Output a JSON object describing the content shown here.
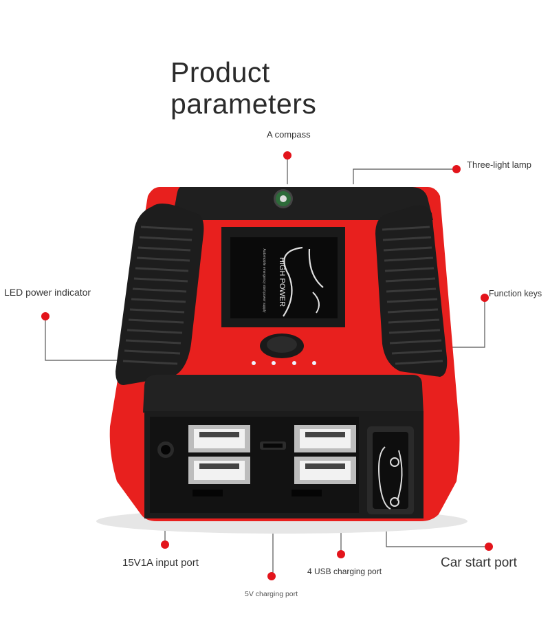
{
  "title": {
    "line1": "Product",
    "line2": "parameters"
  },
  "labels": {
    "compass": "A compass",
    "three_light_lamp": "Three-light lamp",
    "led_power_indicator": "LED power indicator",
    "function_keys": "Function keys",
    "input_port": "15V1A input port",
    "usb_charging_port": "4 USB charging port",
    "car_start_port": "Car start port",
    "charging_port_5v": "5V charging port"
  },
  "device": {
    "screen_title": "HIGH POWER",
    "screen_subtitle": "Automobile emergency start power supply",
    "body_color": "#e8201e",
    "grip_color": "#1d1d1d",
    "led_count": 4
  },
  "colors": {
    "callout_dot": "#e3141b",
    "callout_line": "#555555"
  }
}
